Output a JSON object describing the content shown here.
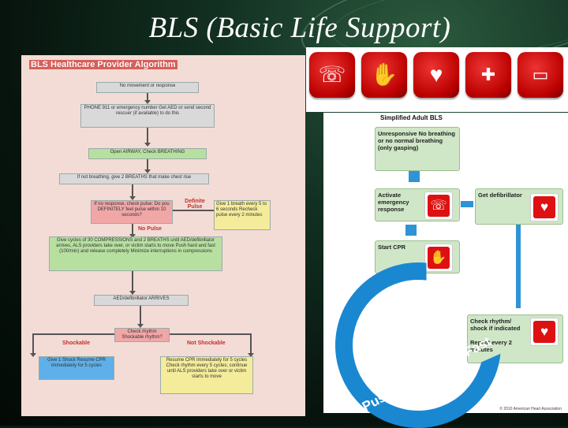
{
  "slide": {
    "title": "BLS (Basic Life Support)"
  },
  "left_poster": {
    "title": "BLS Healthcare Provider Algorithm",
    "boxes": [
      "No movement or response",
      "PHONE 911 or emergency number Get AED or send second rescuer (if available) to do this",
      "Open AIRWAY, Check BREATHING",
      "If not breathing, give 2 BREATHS that make chest rise",
      "If no response, check pulse: Do you DEFINITELY feel pulse within 10 seconds?",
      "Give 1 breath every 5 to 6 seconds Recheck pulse every 2 minutes",
      "Give cycles of 30 COMPRESSIONS and 2 BREATHS until AED/defibrillator arrives, ALS providers take over, or victim starts to move Push hard and fast (100/min) and release completely Minimize interruptions in compressions",
      "AED/defibrillator ARRIVES",
      "Check rhythm Shockable rhythm?",
      "Give 1 Shock Resume CPR immediately for 5 cycles",
      "Resume CPR immediately for 5 cycles Check rhythm every 5 cycles; continue until ALS providers take over or victim starts to move"
    ],
    "labels": {
      "definite_pulse": "Definite Pulse",
      "no_pulse": "No Pulse",
      "shockable": "Shockable",
      "not_shockable": "Not Shockable"
    }
  },
  "icons_strip": {
    "icons": [
      "phone-icon",
      "hands-cpr-icon",
      "heart-shock-icon",
      "ambulance-icon",
      "monitor-ecg-icon"
    ]
  },
  "simplified": {
    "title": "Simplified Adult BLS",
    "unresponsive": "Unresponsive No breathing or no normal breathing (only gasping)",
    "activate": "Activate emergency response",
    "get_defib": "Get defibrillator",
    "start_cpr": "Start CPR",
    "check_rhythm": "Check rhythm/ shock if indicated",
    "repeat": "Repeat every 2 minutes",
    "ring_text": "Push Hard • Push Fast",
    "copyright": "© 2010 American Heart Association"
  }
}
